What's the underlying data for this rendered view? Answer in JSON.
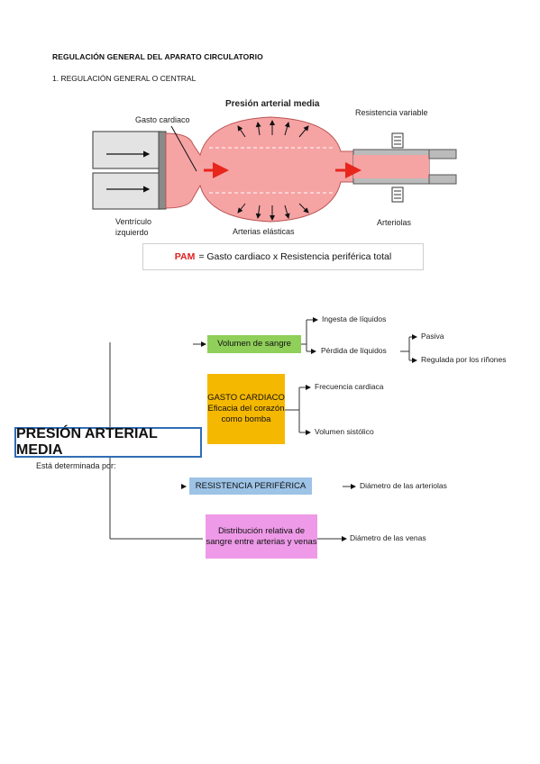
{
  "header": {
    "title": "REGULACIÓN GENERAL DEL APARATO CIRCULATORIO",
    "subtitle": "1. REGULACIÓN GENERAL O CENTRAL"
  },
  "diagram": {
    "pressure_title": "Presión arterial media",
    "cardiac_output": "Gasto cardiaco",
    "variable_resistance": "Resistencia variable",
    "ventricle": "Ventrículo izquierdo",
    "elastic_arteries": "Arterias elásticas",
    "arterioles": "Arteriolas",
    "formula_pam": "PAM",
    "formula_rest": "= Gasto cardiaco  x Resistencia periférica total"
  },
  "concept_map": {
    "main": "PRESIÓN ARTERIAL MEDIA",
    "determined_by": "Está determinada por:",
    "blood_volume": "Volumen de sangre",
    "fluid_intake": "Ingesta de líquidos",
    "fluid_loss": "Pérdida de líquidos",
    "passive": "Pasiva",
    "kidney_regulated": "Regulada por los riñones",
    "cardiac_output_box": "GASTO CARDIACO Eficacia del corazón como bomba",
    "heart_rate": "Frecuencia cardiaca",
    "stroke_volume": "Volumen sistólico",
    "peripheral_resistance": "RESISTENCIA PERIFÉRICA",
    "arteriole_diameter": "Diámetro de las arteriolas",
    "distribution": "Distribución relativa de sangre entre arterias y venas",
    "vein_diameter": "Diámetro de las venas"
  },
  "colors": {
    "blood_volume_box": "#8fcf5a",
    "cardiac_output_box": "#f5b800",
    "resistance_box": "#9dc3e6",
    "distribution_box": "#ee9ae8",
    "vessel_fill": "#f6a3a3",
    "arrow_red": "#e8261c"
  }
}
